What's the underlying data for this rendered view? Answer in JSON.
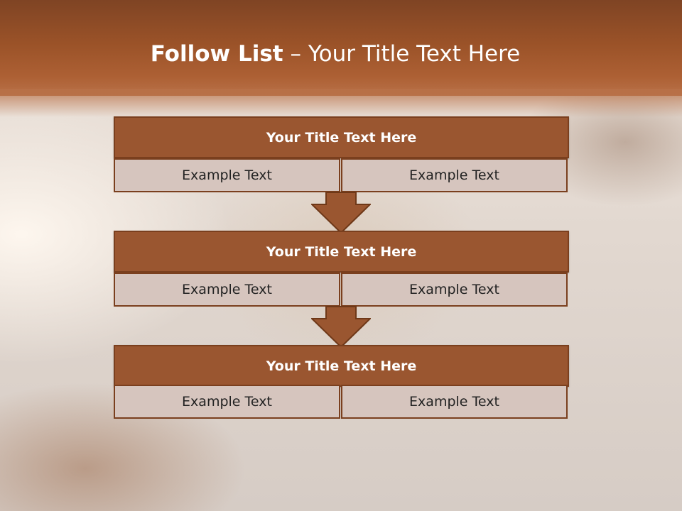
{
  "slide": {
    "title_bold": "Follow List",
    "title_rest": " – Your Title Text Here"
  },
  "steps": [
    {
      "title": "Your Title Text Here",
      "left": "Example Text",
      "right": "Example Text"
    },
    {
      "title": "Your Title Text Here",
      "left": "Example Text",
      "right": "Example Text"
    },
    {
      "title": "Your Title Text Here",
      "left": "Example Text",
      "right": "Example Text"
    }
  ],
  "colors": {
    "header": "#9a5228",
    "box_title_fill": "#9a5630",
    "box_border": "#7a3f1e",
    "cell_fill": "#d6c5be",
    "arrow_fill": "#9a5630"
  }
}
